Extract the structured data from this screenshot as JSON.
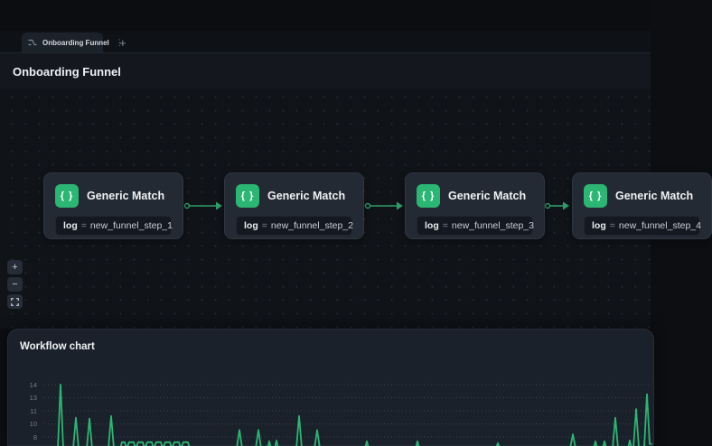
{
  "tab_bar": {
    "tabs": [
      {
        "label": "Onboarding Funnel",
        "menu_glyph": "⋮"
      }
    ],
    "new_tab_label": "+"
  },
  "header": {
    "title": "Onboarding Funnel"
  },
  "canvas": {
    "node_icon_glyph": "{ }",
    "nodes": [
      {
        "title": "Generic Match",
        "field": "log",
        "operator": "=",
        "value": "new_funnel_step_1"
      },
      {
        "title": "Generic Match",
        "field": "log",
        "operator": "=",
        "value": "new_funnel_step_2"
      },
      {
        "title": "Generic Match",
        "field": "log",
        "operator": "=",
        "value": "new_funnel_step_3"
      },
      {
        "title": "Generic Match",
        "field": "log",
        "operator": "=",
        "value": "new_funnel_step_4"
      }
    ],
    "zoom_controls": {
      "zoom_in": "+",
      "zoom_out": "−"
    }
  },
  "chart_panel": {
    "title": "Workflow chart",
    "chart_data": {
      "type": "line",
      "title": "Workflow chart",
      "xlabel": "",
      "ylabel": "",
      "ylim": [
        6.5,
        14
      ],
      "grid": "dotted-horizontal",
      "legend_position": "none",
      "yticks": [
        {
          "value": 14,
          "label": "14"
        },
        {
          "value": 12.5,
          "label": "13"
        },
        {
          "value": 11,
          "label": "11"
        },
        {
          "value": 9.5,
          "label": "10"
        },
        {
          "value": 8,
          "label": "8"
        }
      ],
      "series": [
        {
          "color": "#2bb673",
          "points": [
            [
              0,
              6.7
            ],
            [
              15,
              6.7
            ],
            [
              18,
              14
            ],
            [
              21,
              6.7
            ],
            [
              32,
              6.7
            ],
            [
              35,
              10.2
            ],
            [
              38,
              6.7
            ],
            [
              47,
              6.7
            ],
            [
              50,
              10.1
            ],
            [
              53,
              6.7
            ],
            [
              71,
              6.7
            ],
            [
              74,
              10.4
            ],
            [
              77,
              6.7
            ],
            [
              84,
              6.7
            ],
            [
              86,
              7.4
            ],
            [
              89,
              7.4
            ],
            [
              91,
              6.7
            ],
            [
              94,
              7.4
            ],
            [
              99,
              7.4
            ],
            [
              101,
              6.7
            ],
            [
              104,
              7.4
            ],
            [
              109,
              7.4
            ],
            [
              111,
              6.7
            ],
            [
              114,
              7.4
            ],
            [
              119,
              7.4
            ],
            [
              121,
              6.7
            ],
            [
              124,
              7.4
            ],
            [
              129,
              7.4
            ],
            [
              131,
              6.7
            ],
            [
              134,
              7.4
            ],
            [
              139,
              7.4
            ],
            [
              141,
              6.7
            ],
            [
              144,
              7.4
            ],
            [
              149,
              7.4
            ],
            [
              151,
              6.7
            ],
            [
              154,
              7.4
            ],
            [
              159,
              7.4
            ],
            [
              161,
              6.7
            ],
            [
              213,
              6.7
            ],
            [
              216,
              8.8
            ],
            [
              219,
              6.7
            ],
            [
              234,
              6.7
            ],
            [
              237,
              8.8
            ],
            [
              240,
              6.7
            ],
            [
              247,
              6.7
            ],
            [
              249,
              7.5
            ],
            [
              251,
              6.7
            ],
            [
              255,
              6.7
            ],
            [
              257,
              7.6
            ],
            [
              259,
              6.7
            ],
            [
              279,
              6.7
            ],
            [
              282,
              10.4
            ],
            [
              285,
              6.7
            ],
            [
              299,
              6.7
            ],
            [
              302,
              8.8
            ],
            [
              305,
              6.7
            ],
            [
              355,
              6.7
            ],
            [
              357,
              7.5
            ],
            [
              359,
              6.7
            ],
            [
              411,
              6.7
            ],
            [
              413,
              7.5
            ],
            [
              415,
              6.7
            ],
            [
              500,
              6.7
            ],
            [
              502,
              7.3
            ],
            [
              504,
              6.7
            ],
            [
              582,
              6.7
            ],
            [
              585,
              8.3
            ],
            [
              588,
              6.7
            ],
            [
              608,
              6.7
            ],
            [
              610,
              7.5
            ],
            [
              612,
              6.7
            ],
            [
              618,
              6.7
            ],
            [
              620,
              7.5
            ],
            [
              622,
              6.7
            ],
            [
              629,
              6.7
            ],
            [
              632,
              10.2
            ],
            [
              635,
              6.7
            ],
            [
              646,
              6.7
            ],
            [
              648,
              7.6
            ],
            [
              650,
              6.7
            ],
            [
              652,
              6.7
            ],
            [
              655,
              11.2
            ],
            [
              658,
              6.8
            ],
            [
              664,
              6.8
            ],
            [
              667,
              12.9
            ],
            [
              670,
              7.2
            ],
            [
              672,
              7.2
            ]
          ]
        }
      ]
    }
  },
  "colors": {
    "accent_green": "#2bb673",
    "edge_green": "#2f9e68",
    "grid_dot": "#3c434d"
  }
}
